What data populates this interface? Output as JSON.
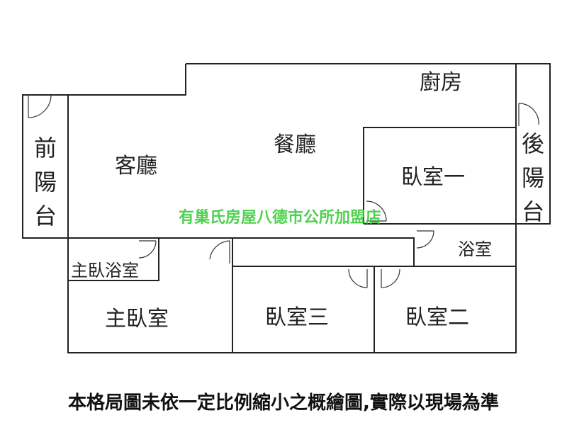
{
  "rooms": {
    "kitchen": "廚房",
    "dining": "餐廳",
    "living": "客廳",
    "front_balcony": [
      "前",
      "陽",
      "台"
    ],
    "rear_balcony": [
      "後",
      "陽",
      "台"
    ],
    "bedroom1": "臥室一",
    "bathroom": "浴室",
    "master_bath": "主臥浴室",
    "master_bedroom": "主臥室",
    "bedroom3": "臥室三",
    "bedroom2": "臥室二"
  },
  "watermark": "有巢氏房屋八德市公所加盟店",
  "disclaimer": "本格局圖未依一定比例縮小之概繪圖,實際以現場為準",
  "colors": {
    "wall": "#222222",
    "watermark": "#3ccc3c",
    "text": "#222222"
  }
}
